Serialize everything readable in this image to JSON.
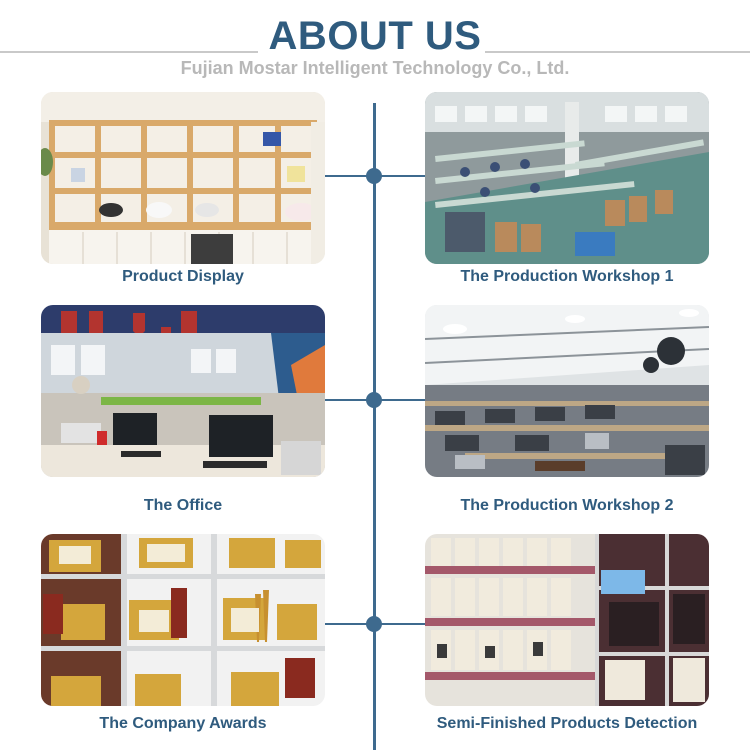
{
  "header": {
    "title": "ABOUT US",
    "subtitle": "Fujian Mostar Intelligent Technology Co., Ltd."
  },
  "items": [
    {
      "caption": "Product Display"
    },
    {
      "caption": "The Production Workshop 1"
    },
    {
      "caption": "The Office"
    },
    {
      "caption": "The Production Workshop 2"
    },
    {
      "caption": "The Company Awards"
    },
    {
      "caption": "Semi-Finished Products Detection"
    }
  ],
  "colors": {
    "accent": "#2f5b7e",
    "connector": "#3e6a8e",
    "subtitle": "#b8b8b8",
    "rule": "#c9c9c9"
  }
}
